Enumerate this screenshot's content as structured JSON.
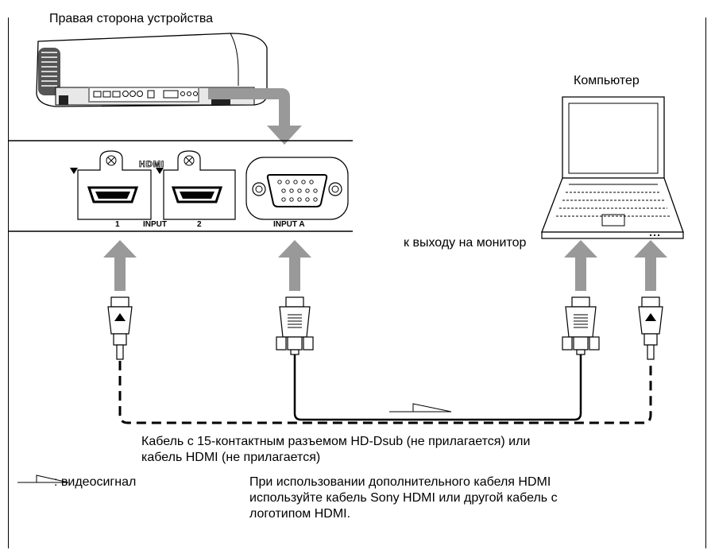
{
  "projector": {
    "title": "Правая сторона устройства",
    "hdmi_logo": "HDMI",
    "port_labels": {
      "hdmi1": "1",
      "input": "INPUT",
      "hdmi2": "2",
      "input_a": "INPUT A"
    }
  },
  "computer": {
    "title": "Компьютер",
    "monitor_output": "к выходу на монитор"
  },
  "cable_caption_line1": "Кабель с 15-контактным разъемом HD-Dsub (не прилагается) или",
  "cable_caption_line2": "кабель HDMI (не прилагается)",
  "legend": {
    "signal_label": ": видеосигнал"
  },
  "note": {
    "line1": "При использовании дополнительного кабеля HDMI",
    "line2": "используйте кабель Sony HDMI или другой кабель с",
    "line3": "логотипом HDMI."
  },
  "colors": {
    "arrow_gray": "#999999",
    "line_black": "#000000"
  }
}
